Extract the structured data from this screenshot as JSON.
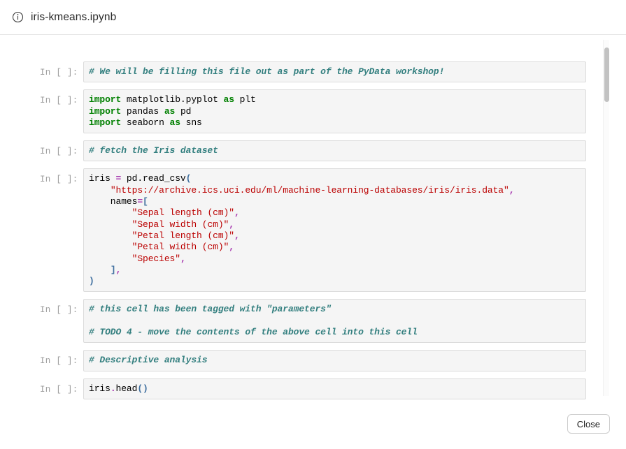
{
  "header": {
    "icon": "info-circle-icon",
    "title": "iris-kmeans.ipynb"
  },
  "notebook": {
    "prompt_label": "In [ ]:",
    "cells": [
      {
        "id": "cell-comment-intro",
        "lines": [
          [
            {
              "t": "# We will be filling this file out as part of the PyData workshop!",
              "c": "comment"
            }
          ]
        ]
      },
      {
        "id": "cell-imports",
        "lines": [
          [
            {
              "t": "import",
              "c": "keyword"
            },
            {
              "t": " matplotlib.pyplot ",
              "c": "plain"
            },
            {
              "t": "as",
              "c": "keyword"
            },
            {
              "t": " plt",
              "c": "plain"
            }
          ],
          [
            {
              "t": "import",
              "c": "keyword"
            },
            {
              "t": " pandas ",
              "c": "plain"
            },
            {
              "t": "as",
              "c": "keyword"
            },
            {
              "t": " pd",
              "c": "plain"
            }
          ],
          [
            {
              "t": "import",
              "c": "keyword"
            },
            {
              "t": " seaborn ",
              "c": "plain"
            },
            {
              "t": "as",
              "c": "keyword"
            },
            {
              "t": " sns",
              "c": "plain"
            }
          ]
        ]
      },
      {
        "id": "cell-comment-fetch",
        "lines": [
          [
            {
              "t": "# fetch the Iris dataset",
              "c": "comment"
            }
          ]
        ]
      },
      {
        "id": "cell-read-csv",
        "lines": [
          [
            {
              "t": "iris ",
              "c": "plain"
            },
            {
              "t": "=",
              "c": "op"
            },
            {
              "t": " pd.read_csv",
              "c": "plain"
            },
            {
              "t": "(",
              "c": "punct"
            }
          ],
          [
            {
              "t": "    ",
              "c": "plain"
            },
            {
              "t": "\"https://archive.ics.uci.edu/ml/machine-learning-databases/iris/iris.data\"",
              "c": "string"
            },
            {
              "t": ",",
              "c": "op"
            }
          ],
          [
            {
              "t": "    names",
              "c": "plain"
            },
            {
              "t": "=",
              "c": "op"
            },
            {
              "t": "[",
              "c": "punct"
            }
          ],
          [
            {
              "t": "        ",
              "c": "plain"
            },
            {
              "t": "\"Sepal length (cm)\"",
              "c": "string"
            },
            {
              "t": ",",
              "c": "op"
            }
          ],
          [
            {
              "t": "        ",
              "c": "plain"
            },
            {
              "t": "\"Sepal width (cm)\"",
              "c": "string"
            },
            {
              "t": ",",
              "c": "op"
            }
          ],
          [
            {
              "t": "        ",
              "c": "plain"
            },
            {
              "t": "\"Petal length (cm)\"",
              "c": "string"
            },
            {
              "t": ",",
              "c": "op"
            }
          ],
          [
            {
              "t": "        ",
              "c": "plain"
            },
            {
              "t": "\"Petal width (cm)\"",
              "c": "string"
            },
            {
              "t": ",",
              "c": "op"
            }
          ],
          [
            {
              "t": "        ",
              "c": "plain"
            },
            {
              "t": "\"Species\"",
              "c": "string"
            },
            {
              "t": ",",
              "c": "op"
            }
          ],
          [
            {
              "t": "    ",
              "c": "plain"
            },
            {
              "t": "]",
              "c": "punct"
            },
            {
              "t": ",",
              "c": "op"
            }
          ],
          [
            {
              "t": ")",
              "c": "punct"
            }
          ]
        ]
      },
      {
        "id": "cell-parameters",
        "lines": [
          [
            {
              "t": "# this cell has been tagged with \"parameters\"",
              "c": "comment"
            }
          ],
          [
            {
              "t": "",
              "c": "plain"
            }
          ],
          [
            {
              "t": "# TODO 4 - move the contents of the above cell into this cell",
              "c": "comment"
            }
          ]
        ]
      },
      {
        "id": "cell-comment-descriptive",
        "lines": [
          [
            {
              "t": "# Descriptive analysis",
              "c": "comment"
            }
          ]
        ]
      },
      {
        "id": "cell-iris-head",
        "lines": [
          [
            {
              "t": "iris",
              "c": "plain"
            },
            {
              "t": ".",
              "c": "dot"
            },
            {
              "t": "head",
              "c": "plain"
            },
            {
              "t": "()",
              "c": "punct"
            }
          ]
        ]
      }
    ]
  },
  "footer": {
    "close_label": "Close"
  },
  "colors": {
    "comment": "#337f7f",
    "keyword": "#008000",
    "string": "#bb0000",
    "operator": "#a535ae",
    "punctuation": "#4070a0",
    "cell_background": "#f5f5f5",
    "cell_border": "#dcdcdc",
    "prompt": "#a0a0a0"
  }
}
